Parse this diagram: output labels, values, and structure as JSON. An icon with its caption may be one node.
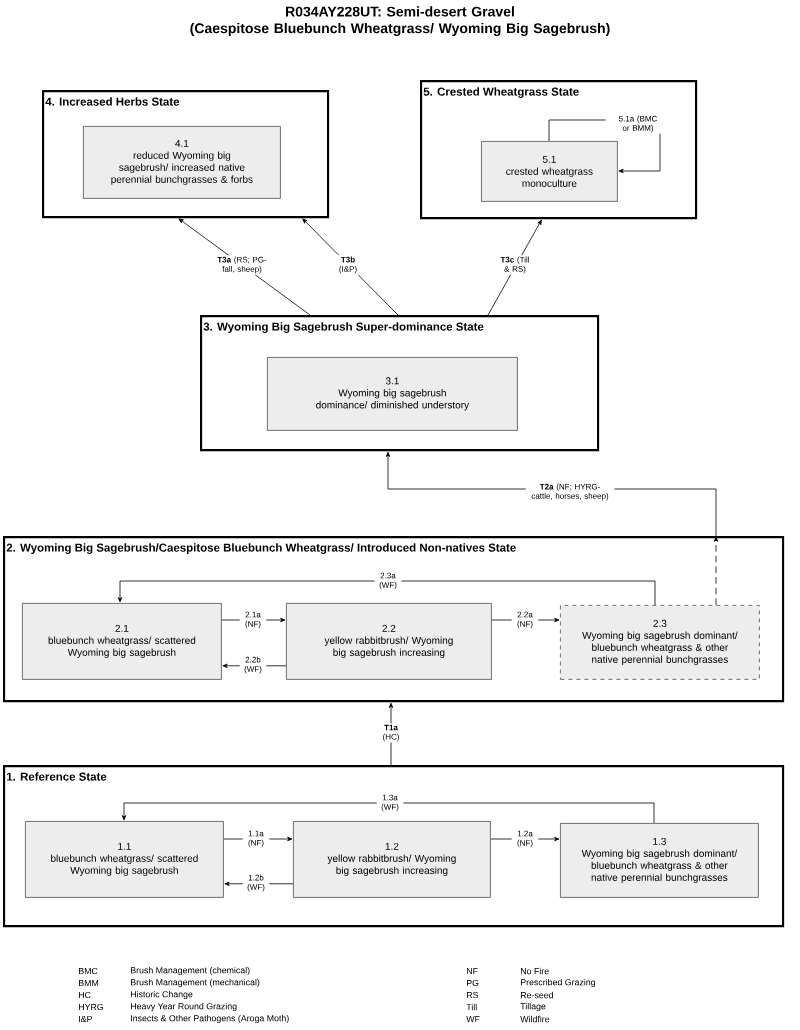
{
  "diagram": {
    "title": "R034AY228UT: Semi-desert Gravel (Caespitose Bluebunch Wheatgrass/ Wyoming Big Sagebrush)",
    "nodes": [
      {
        "text": [
          "4. Increased Herbs State"
        ]
      },
      {
        "text": [
          "4.1",
          "reduced Wyoming big sagebrush/ increased native perennial bunchgrasses & forbs"
        ],
        "in": 0
      },
      {
        "text": [
          "5. Crested Wheatgrass State"
        ]
      },
      {
        "text": [
          "5.1",
          "crested wheatgrass monoculture"
        ],
        "in": 2
      },
      {
        "text": [
          "3. Wyoming Big Sagebrush Super-dominance State"
        ]
      },
      {
        "text": [
          "3.1",
          "Wyoming big sagebrush dominance/ diminished understory"
        ],
        "in": 4
      },
      {
        "text": [
          "2. Wyoming Big Sagebrush/Caespitose Bluebunch Wheatgrass/ Introduced Non-natives State"
        ]
      },
      {
        "text": [
          "2.1",
          "bluebunch wheatgrass/ scattered Wyoming big sagebrush"
        ],
        "in": 6
      },
      {
        "text": [
          "2.2",
          "yellow rabbitbrush/ Wyoming big sagebrush increasing"
        ],
        "in": 6
      },
      {
        "text": [
          "2.3",
          "Wyoming big sagebrush dominant/ bluebunch wheatgrass & other native perennial bunchgrasses"
        ],
        "in": 6
      },
      {
        "text": [
          "1. Reference State"
        ]
      },
      {
        "text": [
          "1.1",
          "bluebunch wheatgrass/ scattered Wyoming big sagebrush"
        ],
        "in": 10
      },
      {
        "text": [
          "1.2",
          "yellow rabbitbrush/ Wyoming big sagebrush increasing"
        ],
        "in": 10
      },
      {
        "text": [
          "1.3",
          "Wyoming big sagebrush dominant/ bluebunch wheatgrass & other native perennial bunchgrasses"
        ],
        "in": 10
      }
    ],
    "edges": [
      {
        "from": 4,
        "to": 0,
        "arrow": "to",
        "label": "**T3a** (RS; PG- fall, sheep)"
      },
      {
        "from": 4,
        "to": 0,
        "arrow": "to",
        "label": "**T3b** (I&P)"
      },
      {
        "from": 4,
        "to": 2,
        "arrow": "to",
        "label": "**T3c** (Till & RS)"
      },
      {
        "from": 3,
        "to": 3,
        "arrow": "to",
        "label": "5.1a (BMC or BMM)"
      },
      {
        "from": 9,
        "to": 6,
        "arrow": "to",
        "style": "dashed"
      },
      {
        "from": 6,
        "to": 4,
        "arrow": "to",
        "label": "**T2a** (NF; HYRG- cattle, horses, sheep)"
      },
      {
        "from": 7,
        "to": 8,
        "arrow": "to",
        "label": "2.1a (NF)"
      },
      {
        "from": 8,
        "to": 7,
        "arrow": "to",
        "label": "2.2b (WF)"
      },
      {
        "from": 8,
        "to": 9,
        "arrow": "to",
        "label": "2.2a (NF)"
      },
      {
        "from": 9,
        "to": 7,
        "arrow": "to",
        "label": "2.3a (WF)"
      },
      {
        "from": 10,
        "to": 6,
        "arrow": "to",
        "label": "**T1a** (HC)"
      },
      {
        "from": 11,
        "to": 12,
        "arrow": "to",
        "label": "1.1a (NF)"
      },
      {
        "from": 12,
        "to": 11,
        "arrow": "to",
        "label": "1.2b (WF)"
      },
      {
        "from": 12,
        "to": 13,
        "arrow": "to",
        "label": "1.2a (NF)"
      },
      {
        "from": 13,
        "to": 11,
        "arrow": "to",
        "label": "1.3a (WF)"
      }
    ],
    "labels": [
      "BMC",
      "Brush Management (chemical)",
      "NF",
      "No Fire",
      "BMM",
      "Brush Management (mechanical)",
      "PG",
      "Prescribed Grazing",
      "HC",
      "Historic Change",
      "RS",
      "Re-seed",
      "HYRG",
      "Heavy Year Round Grazing",
      "Till",
      "Tillage",
      "I&P",
      "Insects & Other Pathogens (Aroga Moth)",
      "WF",
      "Wildfire"
    ]
  }
}
